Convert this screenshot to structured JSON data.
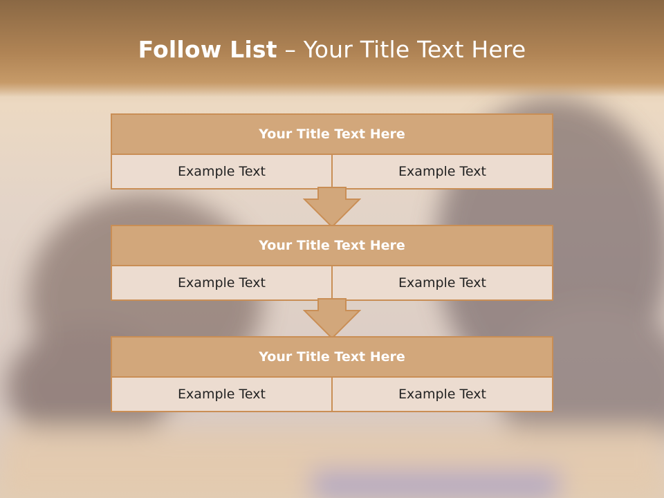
{
  "slide": {
    "title_bold": "Follow List",
    "title_rest": " – Your Title Text Here"
  },
  "steps": [
    {
      "title": "Your Title Text Here",
      "left": "Example Text",
      "right": "Example Text"
    },
    {
      "title": "Your Title Text Here",
      "left": "Example Text",
      "right": "Example Text"
    },
    {
      "title": "Your Title Text Here",
      "left": "Example Text",
      "right": "Example Text"
    }
  ],
  "colors": {
    "header": "#b08455",
    "box_title_fill": "#d2a77b",
    "box_border": "#c98e55",
    "box_row_fill": "#ecdcd0",
    "title_text": "#ffffff"
  }
}
